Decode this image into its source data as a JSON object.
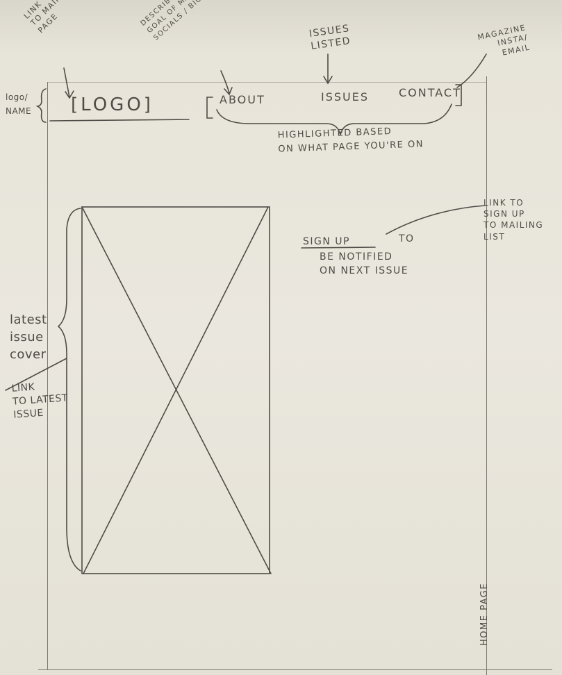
{
  "nav": {
    "logo": "[LOGO]",
    "about": "ABOUT",
    "issues": "ISSUES",
    "contact": "CONTACT"
  },
  "annotations": {
    "logo_name": "logo/\nNAME",
    "link_main": "LINK\nTO MAIN\nPAGE",
    "describing": "DESCRIBING\nGOAL OF MAGAZINE/\nSOCIALS / BIO",
    "issues_listed": "ISSUES\nLISTED",
    "magazine_contact": "MAGAZINE\nINSTA/\nEMAIL",
    "highlighted": "HIGHLIGHTED BASED\nON WHAT PAGE YOU'RE ON",
    "latest_cover": "latest\nissue\ncover",
    "link_latest": "LINK\nTO LATEST\nISSUE",
    "signup_link": "LINK TO\nSIGN UP\nTO MAILING\nLIST",
    "home_page": "HOME PAGE"
  },
  "signup": {
    "sign_up": "SIGN UP",
    "to": "TO",
    "line2": "BE NOTIFIED",
    "line3": "ON NEXT ISSUE"
  }
}
